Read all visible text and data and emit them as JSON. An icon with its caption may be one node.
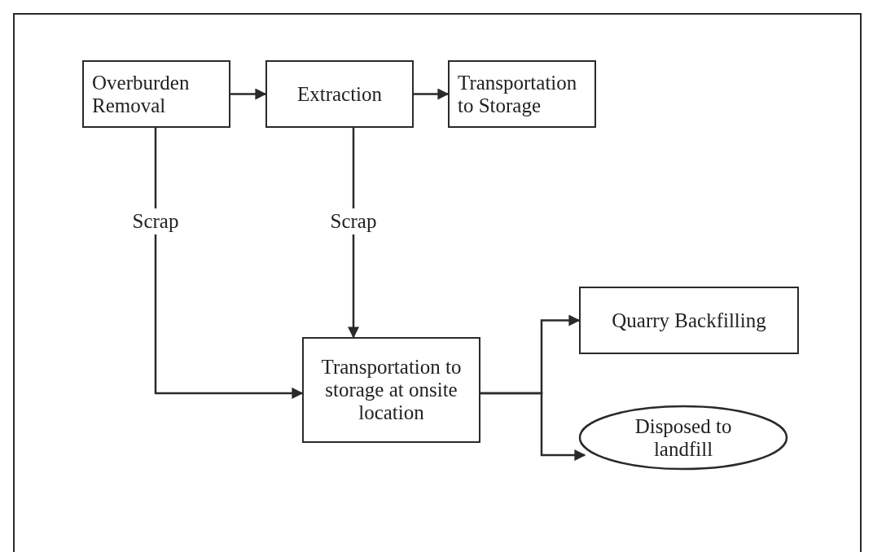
{
  "diagram": {
    "nodes": [
      {
        "text": [
          "Overburden Removal"
        ]
      },
      {
        "text": [
          "Extraction"
        ]
      },
      {
        "text": [
          "Transportation to Storage"
        ]
      },
      {
        "text": [
          "Transportation to storage at onsite location"
        ]
      },
      {
        "text": [
          "Quarry Backfilling"
        ]
      },
      {
        "text": [
          "Disposed to landfill"
        ]
      }
    ],
    "edges": [
      {
        "from": 0,
        "to": 1,
        "arrow": "to"
      },
      {
        "from": 1,
        "to": 2,
        "arrow": "to"
      },
      {
        "from": 0,
        "to": 3,
        "arrow": "to",
        "label": "Scrap"
      },
      {
        "from": 1,
        "to": 3,
        "arrow": "to",
        "label": "Scrap"
      },
      {
        "from": 3,
        "to": 4,
        "arrow": "to"
      },
      {
        "from": 3,
        "to": 5,
        "arrow": "to"
      }
    ]
  }
}
